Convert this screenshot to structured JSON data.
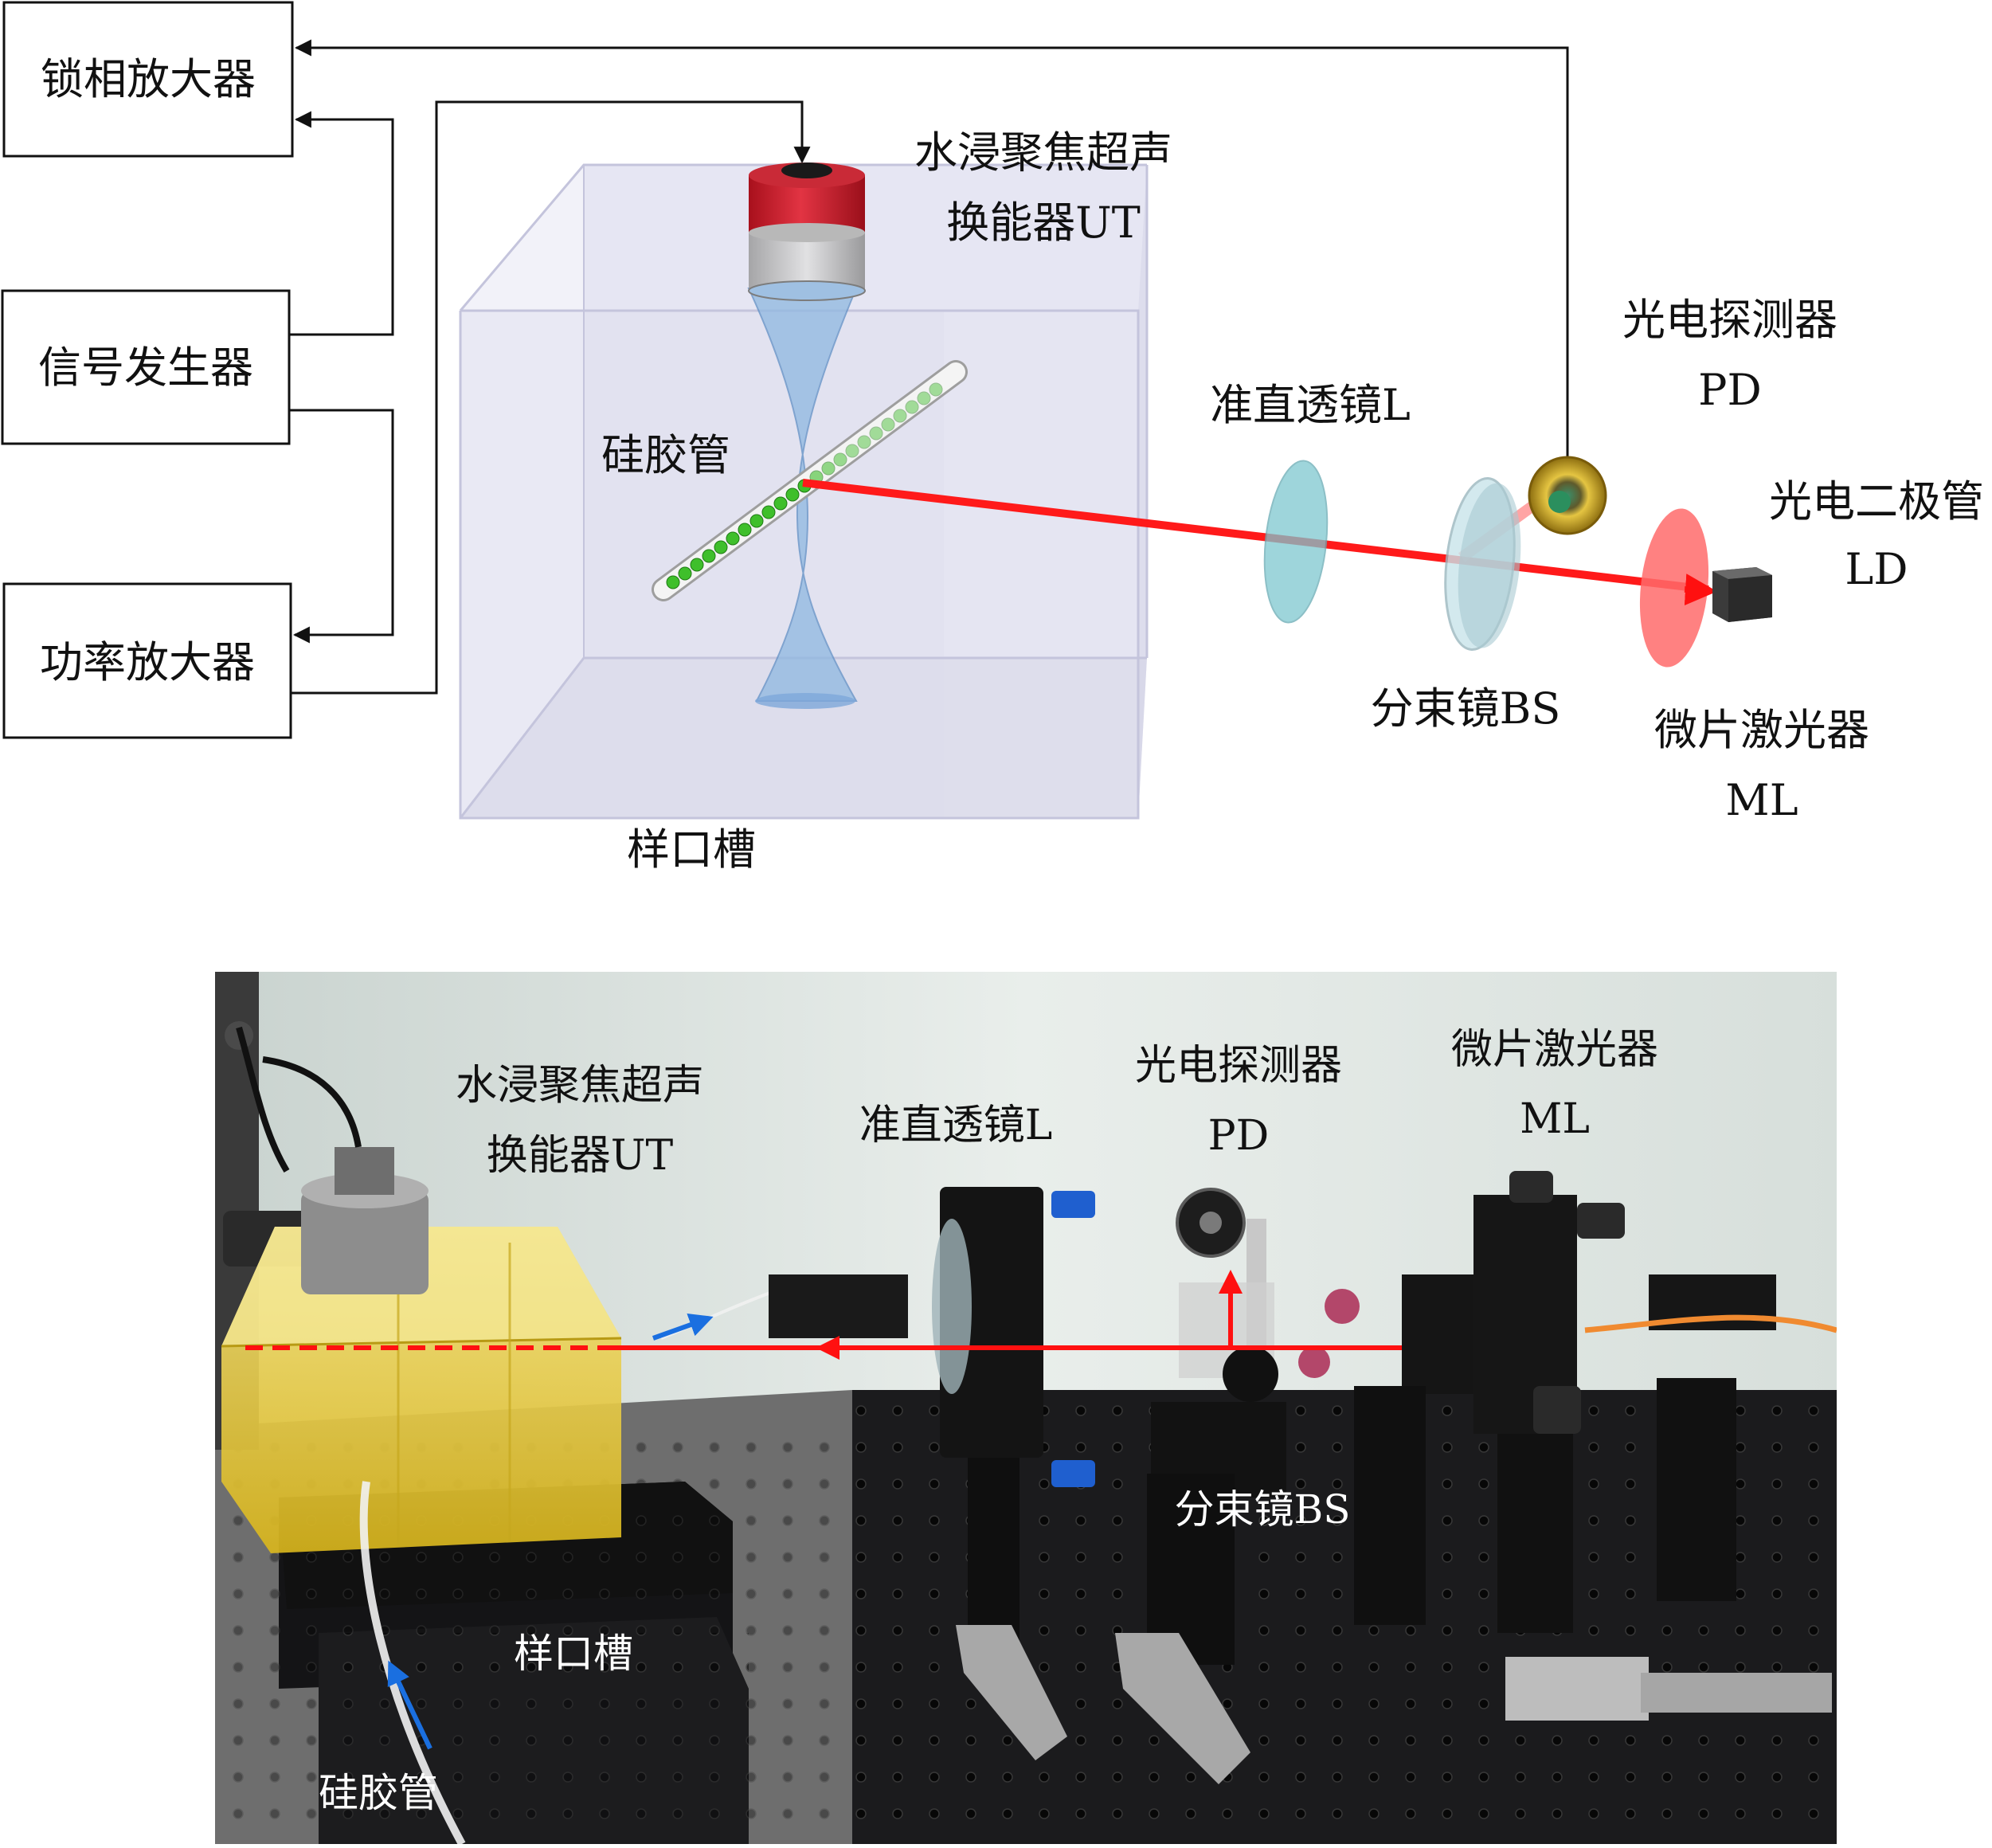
{
  "schematic": {
    "boxes": {
      "lockin": "锁相放大器",
      "signal_gen": "信号发生器",
      "power_amp": "功率放大器"
    },
    "labels": {
      "transducer_line1": "水浸聚焦超声",
      "transducer_line2": "换能器UT",
      "tube": "硅胶管",
      "tank": "样口槽",
      "lens": "准直透镜L",
      "splitter": "分束镜BS",
      "pd_line1": "光电探测器",
      "pd_line2": "PD",
      "ld_line1": "光电二极管",
      "ld_line2": "LD",
      "ml_line1": "微片激光器",
      "ml_line2": "ML"
    },
    "colors": {
      "laser": "#ff1a1a",
      "transducer_cap": "#d0202e",
      "beam_blue": "#8fb8e0",
      "particles": "#44cc33",
      "tank": "#d9d9ec",
      "lens": "#7ec7d0",
      "pd_ring": "#c9a31e",
      "ml_disk": "#ff6b6b"
    }
  },
  "photo": {
    "labels": {
      "transducer_line1": "水浸聚焦超声",
      "transducer_line2": "换能器UT",
      "lens": "准直透镜L",
      "pd_line1": "光电探测器",
      "pd_line2": "PD",
      "ml_line1": "微片激光器",
      "ml_line2": "ML",
      "splitter": "分束镜BS",
      "tank": "样口槽",
      "tube": "硅胶管"
    },
    "colors": {
      "backdrop": "#dfe6e2",
      "table": "#1d1d1f",
      "tank_liquid": "#e8cf3a",
      "laser": "#ff1010",
      "flow_arrow": "#1a6fe0",
      "fiber": "#f08a30"
    }
  }
}
